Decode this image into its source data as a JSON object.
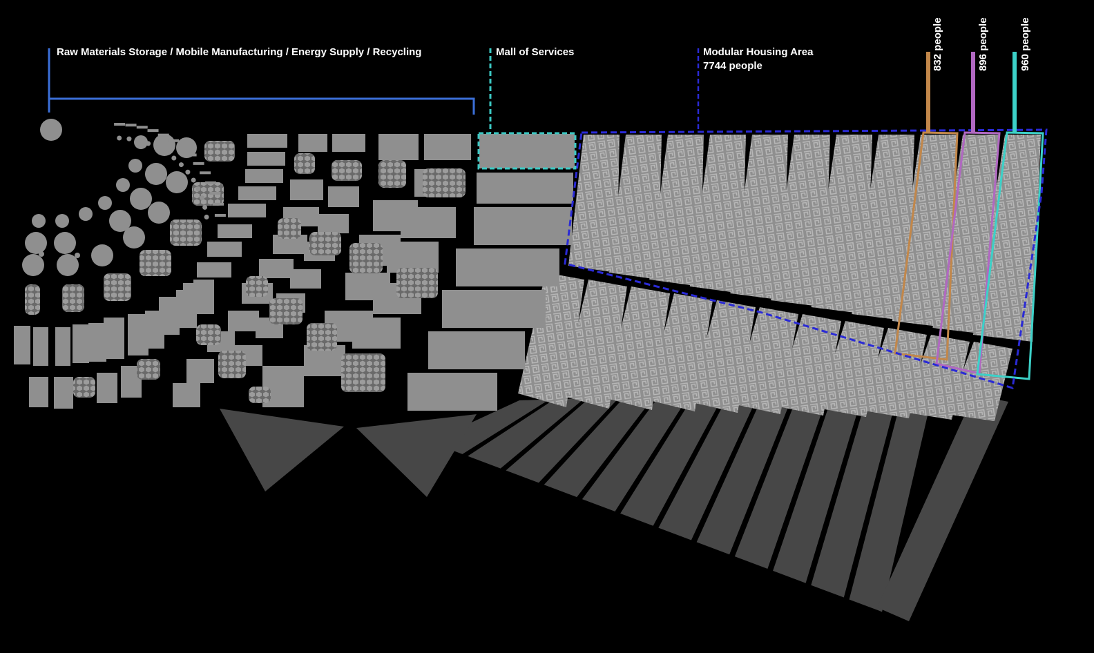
{
  "labels": {
    "industrial": "Raw Materials Storage / Mobile Manufacturing / Energy Supply / Recycling",
    "mall": "Mall of Services",
    "housing_title": "Modular Housing Area",
    "housing_people": "7744 people",
    "strip_a": "832 people",
    "strip_b": "896 people",
    "strip_c": "960 people"
  },
  "colors": {
    "background": "#000000",
    "block": "#8f8f8f",
    "block_dark": "#474747",
    "pattern": "#b4b4b4",
    "industrial_bracket": "#3b6fd8",
    "mall_outline": "#3cc9c4",
    "housing_outline": "#2a2ad6",
    "strip_a": "#c2874a",
    "strip_b": "#b168c2",
    "strip_c": "#3cd1c8",
    "text": "#ffffff"
  }
}
